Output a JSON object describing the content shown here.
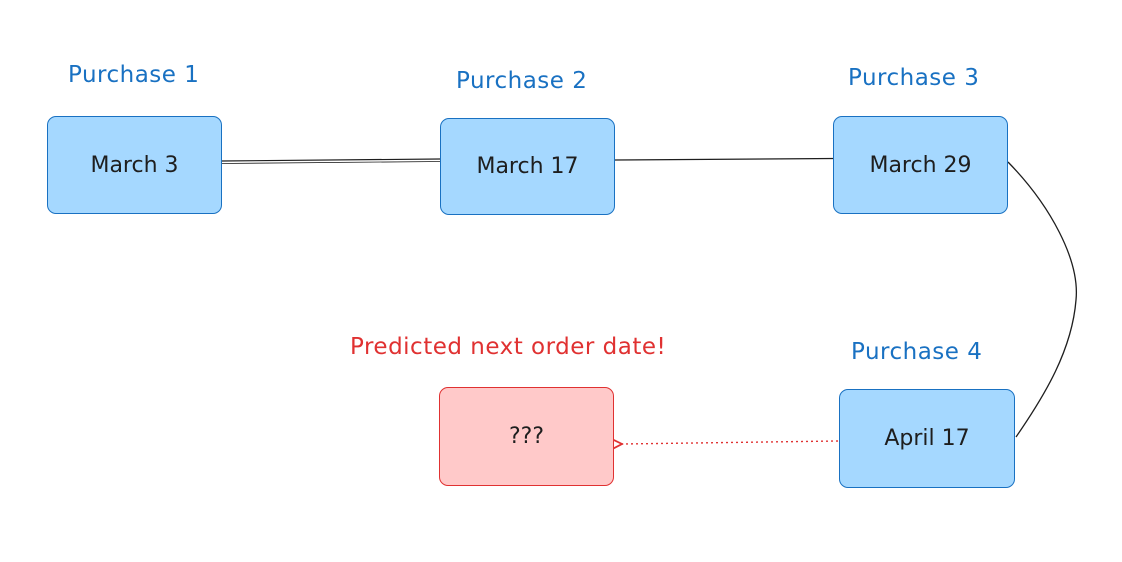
{
  "colors": {
    "heading_blue": "#1971c2",
    "heading_red": "#e03131",
    "box_blue_fill": "#a5d8ff",
    "box_blue_stroke": "#1971c2",
    "box_red_fill": "#ffc9c9",
    "box_red_stroke": "#e03131",
    "connector": "#1e1e1e",
    "prediction_arrow": "#e03131",
    "text": "#1e1e1e"
  },
  "purchases": [
    {
      "label": "Purchase 1",
      "date": "March 3"
    },
    {
      "label": "Purchase 2",
      "date": "March 17"
    },
    {
      "label": "Purchase 3",
      "date": "March 29"
    },
    {
      "label": "Purchase 4",
      "date": "April 17"
    }
  ],
  "prediction": {
    "label": "Predicted next order date!",
    "value": "???"
  },
  "connectors": [
    {
      "from": "Purchase 1",
      "to": "Purchase 2",
      "style": "solid"
    },
    {
      "from": "Purchase 2",
      "to": "Purchase 3",
      "style": "solid"
    },
    {
      "from": "Purchase 3",
      "to": "Purchase 4",
      "style": "solid-curve"
    },
    {
      "from": "Purchase 4",
      "to": "Predicted next order date!",
      "style": "dotted-arrow"
    }
  ]
}
